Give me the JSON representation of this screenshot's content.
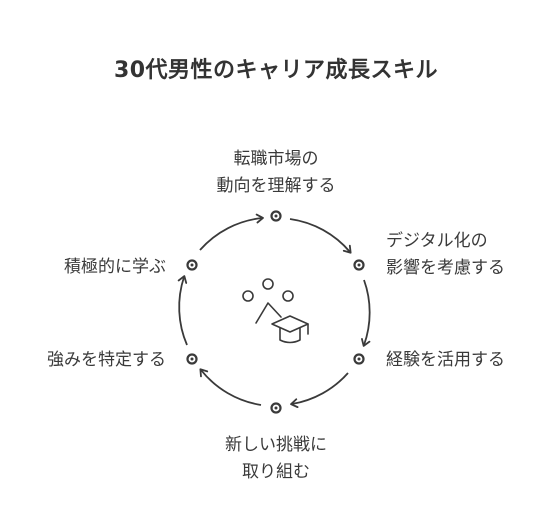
{
  "title": "30代男性のキャリア成長スキル",
  "steps": [
    {
      "line1": "転職市場の",
      "line2": "動向を理解する"
    },
    {
      "line1": "デジタル化の",
      "line2": "影響を考慮する"
    },
    {
      "line1": "経験を活用する"
    },
    {
      "line1": "新しい挑戦に",
      "line2": "取り組む"
    },
    {
      "line1": "強みを特定する"
    },
    {
      "line1": "積極的に学ぶ"
    }
  ],
  "center_icon": "people-with-graduation-cap-icon"
}
